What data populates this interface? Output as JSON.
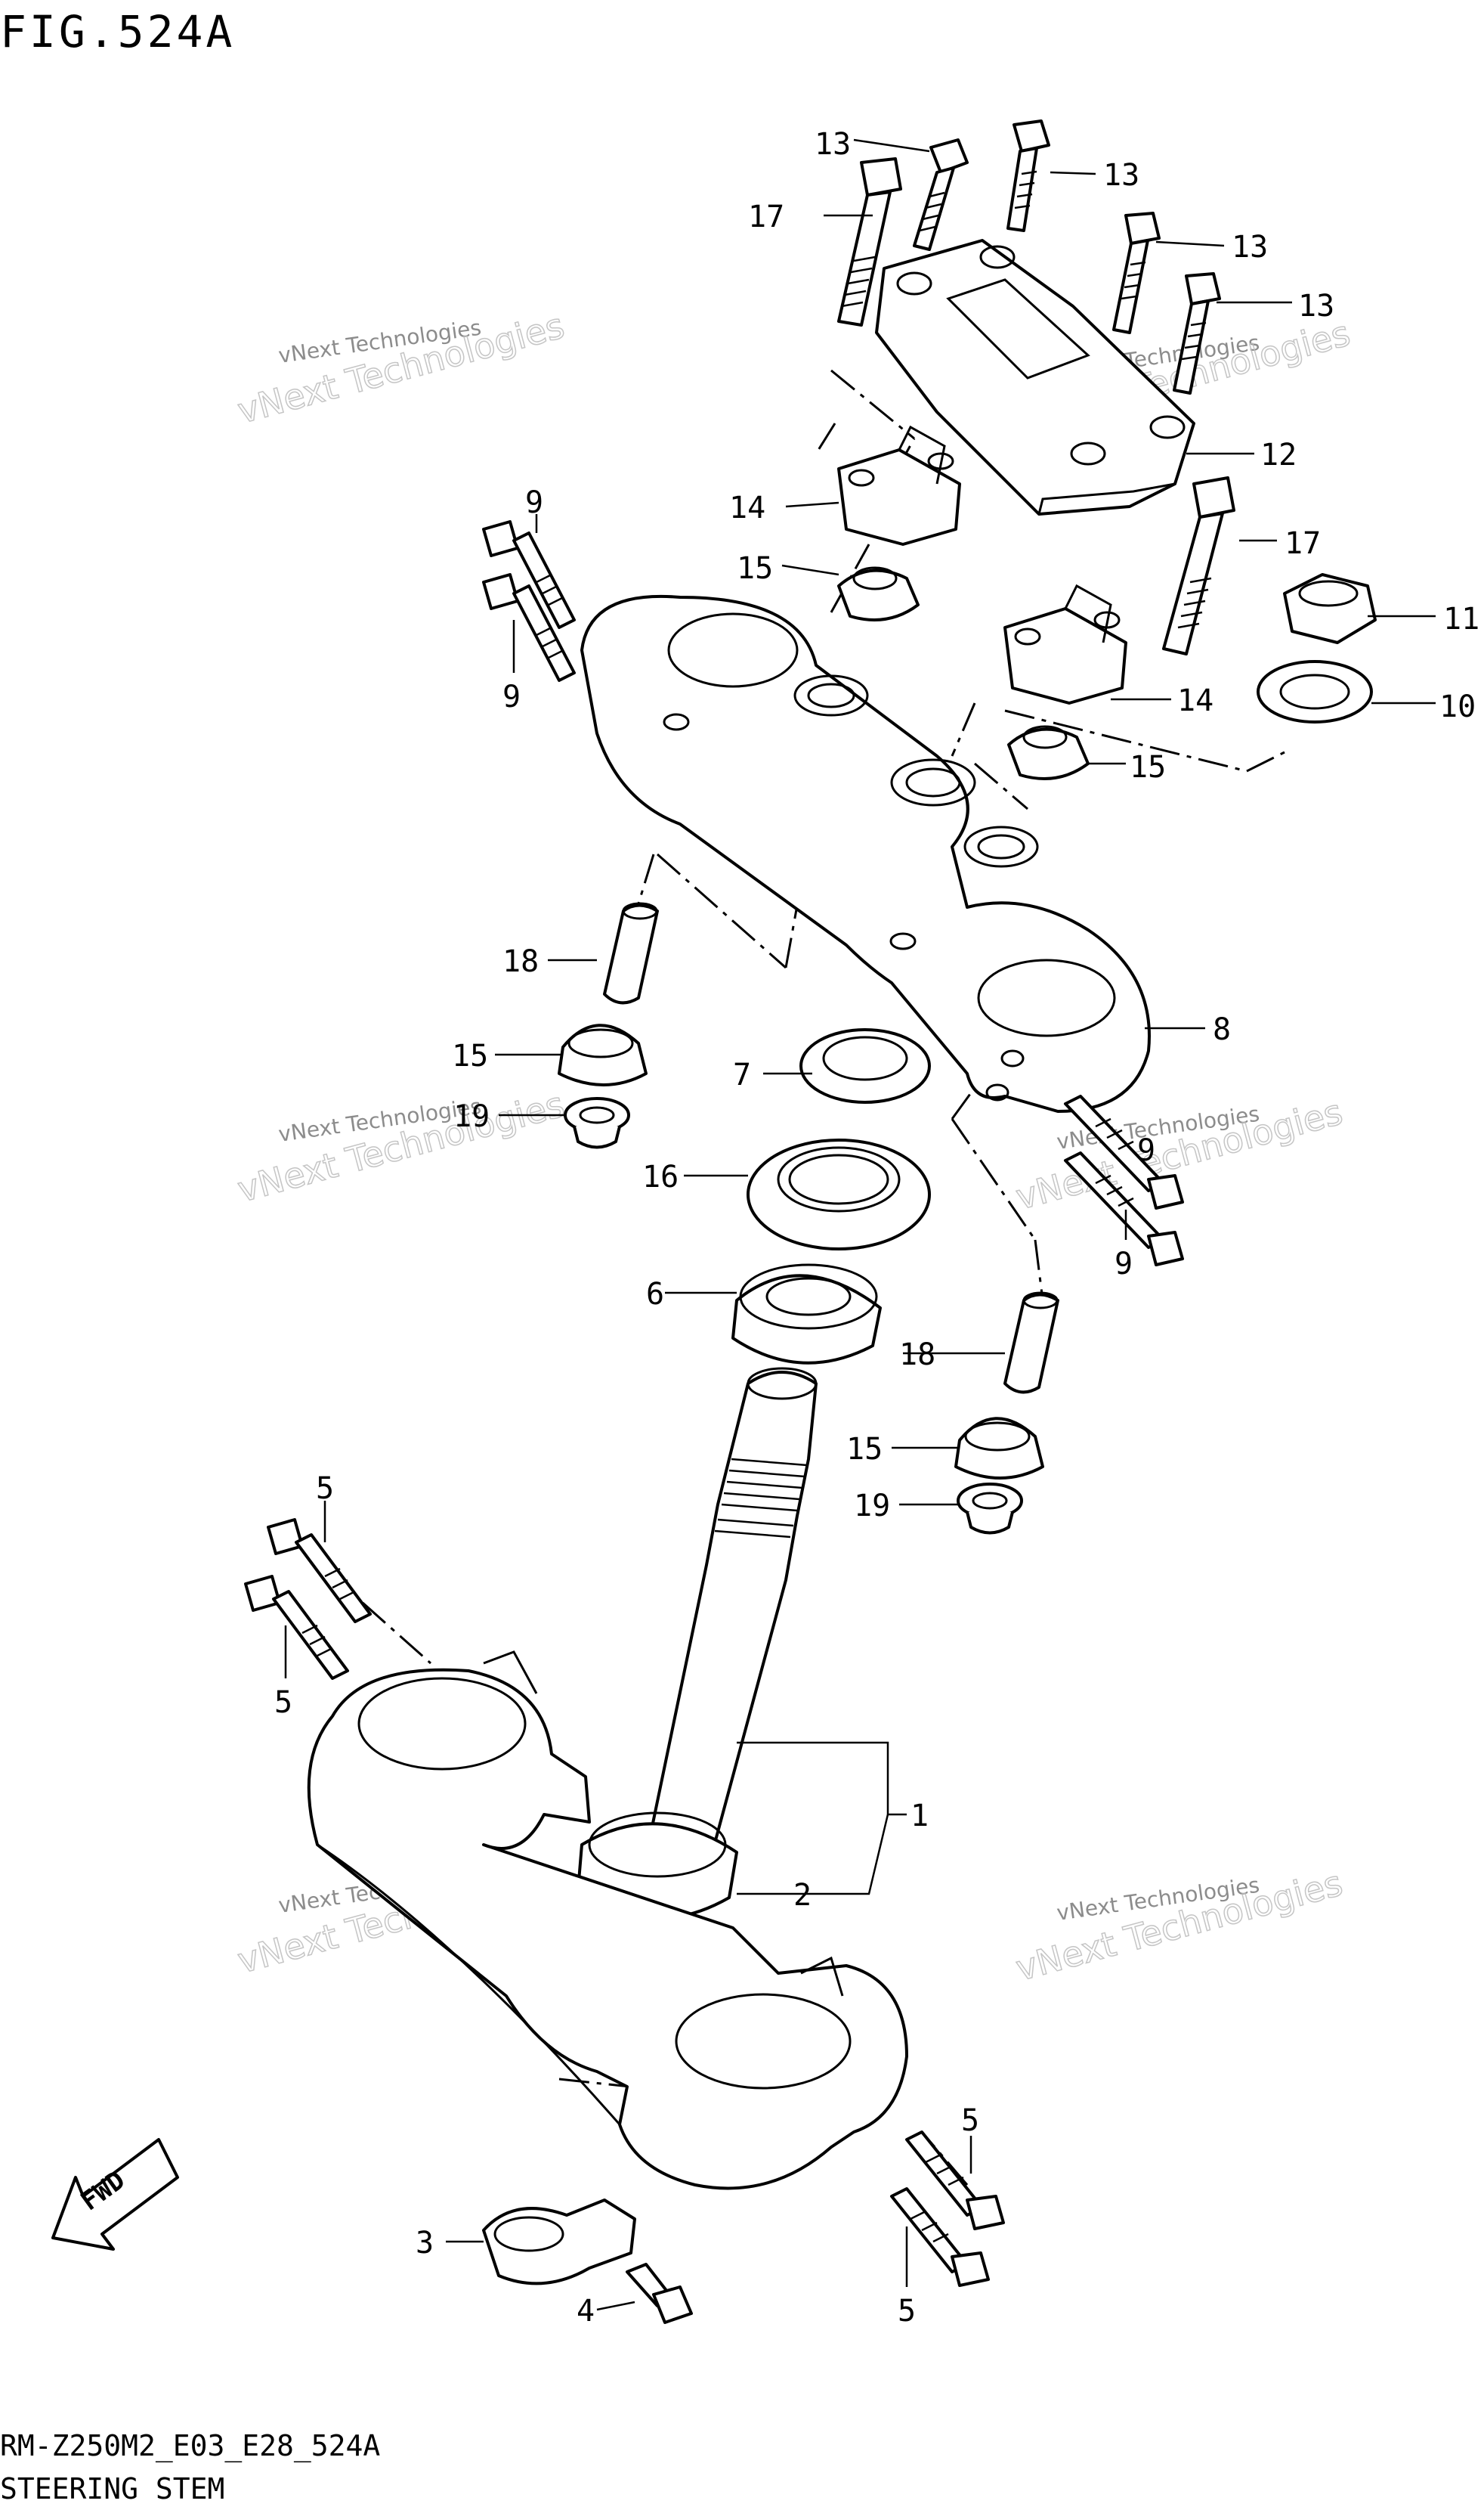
{
  "figure": {
    "title": "FIG.524A",
    "model_code": "RM-Z250M2_E03_E28_524A",
    "caption": "STEERING STEM",
    "fwd_label": "FWD"
  },
  "watermark": {
    "line1": "vNext Technologies",
    "line2": "vNext Technologies"
  },
  "callouts": [
    {
      "id": "c1",
      "label": "1"
    },
    {
      "id": "c2",
      "label": "2"
    },
    {
      "id": "c3",
      "label": "3"
    },
    {
      "id": "c4",
      "label": "4"
    },
    {
      "id": "c5a",
      "label": "5"
    },
    {
      "id": "c5b",
      "label": "5"
    },
    {
      "id": "c5c",
      "label": "5"
    },
    {
      "id": "c5d",
      "label": "5"
    },
    {
      "id": "c6",
      "label": "6"
    },
    {
      "id": "c7",
      "label": "7"
    },
    {
      "id": "c8",
      "label": "8"
    },
    {
      "id": "c9a",
      "label": "9"
    },
    {
      "id": "c9b",
      "label": "9"
    },
    {
      "id": "c9c",
      "label": "9"
    },
    {
      "id": "c9d",
      "label": "9"
    },
    {
      "id": "c10",
      "label": "10"
    },
    {
      "id": "c11",
      "label": "11"
    },
    {
      "id": "c12",
      "label": "12"
    },
    {
      "id": "c13a",
      "label": "13"
    },
    {
      "id": "c13b",
      "label": "13"
    },
    {
      "id": "c13c",
      "label": "13"
    },
    {
      "id": "c13d",
      "label": "13"
    },
    {
      "id": "c14a",
      "label": "14"
    },
    {
      "id": "c14b",
      "label": "14"
    },
    {
      "id": "c15a",
      "label": "15"
    },
    {
      "id": "c15b",
      "label": "15"
    },
    {
      "id": "c15c",
      "label": "15"
    },
    {
      "id": "c15d",
      "label": "15"
    },
    {
      "id": "c16",
      "label": "16"
    },
    {
      "id": "c17a",
      "label": "17"
    },
    {
      "id": "c17b",
      "label": "17"
    },
    {
      "id": "c18a",
      "label": "18"
    },
    {
      "id": "c18b",
      "label": "18"
    },
    {
      "id": "c19a",
      "label": "19"
    },
    {
      "id": "c19b",
      "label": "19"
    }
  ]
}
